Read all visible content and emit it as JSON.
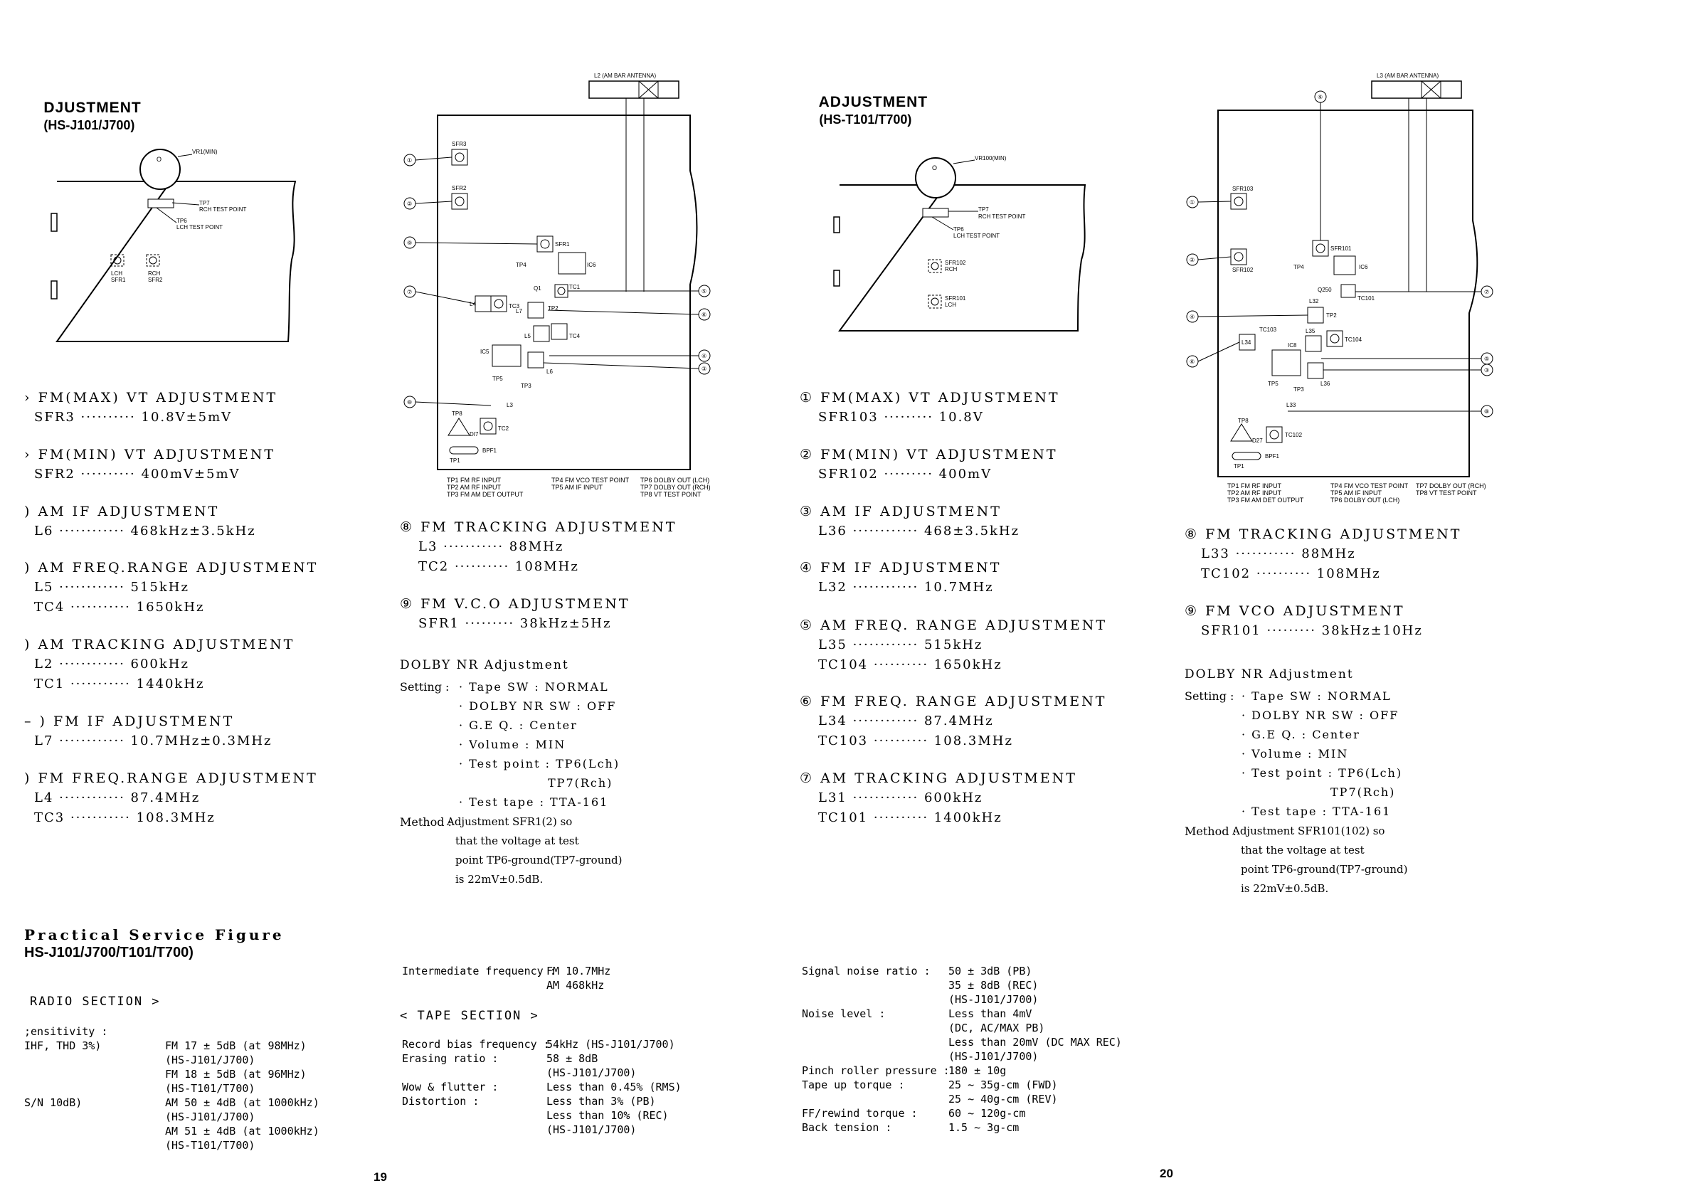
{
  "left_page": {
    "title": "DJUSTMENT",
    "model": "(HS-J101/J700)",
    "diagram_small": {
      "vr_label": "VR1(MIN)",
      "tp7_label": "TP7",
      "tp7_desc": "RCH TEST POINT",
      "tp6_label": "TP6",
      "tp6_desc": "LCH TEST POINT",
      "lch": "LCH",
      "sfr1": "SFR1",
      "rch": "RCH",
      "sfr2": "SFR2"
    },
    "adjustments": [
      {
        "heading": "› FM(MAX) VT ADJUSTMENT",
        "lines": [
          "SFR3 ·········· 10.8V±5mV"
        ]
      },
      {
        "heading": "› FM(MIN) VT ADJUSTMENT",
        "lines": [
          "SFR2 ·········· 400mV±5mV"
        ]
      },
      {
        "heading": ") AM IF ADJUSTMENT",
        "lines": [
          "L6 ············ 468kHz±3.5kHz"
        ]
      },
      {
        "heading": ") AM FREQ.RANGE ADJUSTMENT",
        "lines": [
          "L5 ············ 515kHz",
          "TC4 ··········· 1650kHz"
        ]
      },
      {
        "heading": ") AM TRACKING ADJUSTMENT",
        "lines": [
          "L2 ············ 600kHz",
          "TC1 ··········· 1440kHz"
        ]
      },
      {
        "heading": "– ) FM IF ADJUSTMENT",
        "lines": [
          "L7 ············ 10.7MHz±0.3MHz"
        ]
      },
      {
        "heading": ") FM FREQ.RANGE ADJUSTMENT",
        "lines": [
          "L4 ············ 87.4MHz",
          "TC3 ··········· 108.3MHz"
        ]
      }
    ],
    "diagram_main": {
      "antenna": "L2 (AM BAR ANTENNA)",
      "labels": [
        "SFR3",
        "SFR2",
        "SFR1",
        "TP4",
        "IC6",
        "Q1",
        "TC1",
        "L4",
        "TC3",
        "L7",
        "TP2",
        "L5",
        "TC4",
        "IC5",
        "TP5",
        "TP3",
        "L6",
        "L3",
        "TP8",
        "DI7",
        "TC2",
        "BPF1",
        "TP1"
      ],
      "callouts": [
        "①",
        "②",
        "⑨",
        "⑦",
        "⑤",
        "⑥",
        "④",
        "③",
        "⑧"
      ],
      "legend": [
        "TP1  FM RF INPUT",
        "TP2  AM RF INPUT",
        "TP3  FM AM DET OUTPUT",
        "TP4  FM VCO TEST POINT",
        "TP5  AM IF INPUT",
        "TP6  DOLBY OUT (LCH)",
        "TP7  DOLBY OUT (RCH)",
        "TP8  VT TEST POINT"
      ]
    },
    "adjustments_mid": [
      {
        "heading": "⑧ FM TRACKING ADJUSTMENT",
        "lines": [
          "L3 ··········· 88MHz",
          "TC2 ·········· 108MHz"
        ]
      },
      {
        "heading": "⑨ FM V.C.O ADJUSTMENT",
        "lines": [
          "SFR1 ········· 38kHz±5Hz"
        ]
      }
    ],
    "dolby": {
      "heading": "DOLBY NR Adjustment",
      "setting_label": "Setting :",
      "settings": [
        "· Tape SW : NORMAL",
        "· DOLBY NR SW : OFF",
        "· G.E Q. : Center",
        "· Volume : MIN",
        "· Test point : TP6(Lch)",
        "TP7(Rch)",
        "· Test tape : TTA-161"
      ],
      "method_label": "Method :",
      "method": [
        "Adjustment SFR1(2) so",
        "that the voltage at test",
        "point TP6-ground(TP7-ground)",
        "is 22mV±0.5dB."
      ]
    },
    "practical": {
      "title": "Practical Service Figure",
      "models": "HS-J101/J700/T101/T700)",
      "radio_section": "RADIO SECTION >",
      "sensitivity": ";ensitivity :",
      "ihf": "IHF, THD 3%)",
      "sn": "S/N 10dB)",
      "values": [
        "FM 17 ± 5dB (at 98MHz)",
        "(HS-J101/J700)",
        "FM 18 ± 5dB (at 96MHz)",
        "(HS-T101/T700)",
        "AM 50 ± 4dB (at 1000kHz)",
        "(HS-J101/J700)",
        "AM 51 ± 4dB (at 1000kHz)",
        "(HS-T101/T700)"
      ]
    },
    "tape": {
      "if_label": "Intermediate frequency :",
      "if_values": [
        "FM 10.7MHz",
        "AM 468kHz"
      ],
      "section": "< TAPE SECTION >",
      "rows": [
        {
          "label": "Record bias frequency :",
          "values": [
            "54kHz (HS-J101/J700)"
          ]
        },
        {
          "label": "Erasing ratio :",
          "values": [
            "58 ± 8dB",
            "(HS-J101/J700)"
          ]
        },
        {
          "label": "Wow & flutter :",
          "values": [
            "Less than 0.45% (RMS)"
          ]
        },
        {
          "label": "Distortion :",
          "values": [
            "Less than 3% (PB)",
            "Less than 10% (REC)",
            "(HS-J101/J700)"
          ]
        }
      ]
    },
    "page_number": "19"
  },
  "right_page": {
    "title": "ADJUSTMENT",
    "model": "(HS-T101/T700)",
    "diagram_small": {
      "vr_label": "VR100(MIN)",
      "tp7_label": "TP7",
      "tp7_desc": "RCH TEST POINT",
      "tp6_label": "TP6",
      "tp6_desc": "LCH TEST POINT",
      "sfr102": "SFR102",
      "rch": "RCH",
      "sfr101": "SFR101",
      "lch": "LCH"
    },
    "adjustments": [
      {
        "heading": "① FM(MAX) VT ADJUSTMENT",
        "lines": [
          "SFR103 ········· 10.8V"
        ]
      },
      {
        "heading": "② FM(MIN) VT ADJUSTMENT",
        "lines": [
          "SFR102 ········· 400mV"
        ]
      },
      {
        "heading": "③ AM IF ADJUSTMENT",
        "lines": [
          "L36 ············ 468±3.5kHz"
        ]
      },
      {
        "heading": "④ FM IF ADJUSTMENT",
        "lines": [
          "L32 ············ 10.7MHz"
        ]
      },
      {
        "heading": "⑤ AM FREQ. RANGE ADJUSTMENT",
        "lines": [
          "L35 ············ 515kHz",
          "TC104 ·········· 1650kHz"
        ]
      },
      {
        "heading": "⑥ FM FREQ. RANGE ADJUSTMENT",
        "lines": [
          "L34 ············ 87.4MHz",
          "TC103 ·········· 108.3MHz"
        ]
      },
      {
        "heading": "⑦ AM TRACKING ADJUSTMENT",
        "lines": [
          "L31 ············ 600kHz",
          "TC101 ·········· 1400kHz"
        ]
      }
    ],
    "diagram_main": {
      "antenna": "L3 (AM BAR ANTENNA)",
      "labels": [
        "SFR103",
        "SFR101",
        "SFR102",
        "TP4",
        "IC6",
        "Q250",
        "TC101",
        "L32",
        "TP2",
        "TC103",
        "L34",
        "IC8",
        "L35",
        "TC104",
        "TP5",
        "TP3",
        "L36",
        "L33",
        "TP8",
        "D27",
        "TC102",
        "BPF1",
        "TP1"
      ],
      "callouts": [
        "⑨",
        "①",
        "②",
        "⑦",
        "④",
        "⑥",
        "⑤",
        "③",
        "⑧"
      ],
      "legend": [
        "TP1  FM RF INPUT",
        "TP2  AM RF INPUT",
        "TP3  FM AM DET OUTPUT",
        "TP4  FM VCO TEST POINT",
        "TP5  AM IF INPUT",
        "TP6  DOLBY OUT (LCH)",
        "TP7  DOLBY OUT (RCH)",
        "TP8  VT TEST POINT"
      ]
    },
    "adjustments_mid": [
      {
        "heading": "⑧ FM TRACKING ADJUSTMENT",
        "lines": [
          "L33 ··········· 88MHz",
          "TC102 ·········· 108MHz"
        ]
      },
      {
        "heading": "⑨ FM VCO ADJUSTMENT",
        "lines": [
          "SFR101 ········· 38kHz±10Hz"
        ]
      }
    ],
    "dolby": {
      "heading": "DOLBY NR Adjustment",
      "setting_label": "Setting :",
      "settings": [
        "· Tape SW : NORMAL",
        "· DOLBY NR SW : OFF",
        "· G.E Q. : Center",
        "· Volume : MIN",
        "· Test point : TP6(Lch)",
        "TP7(Rch)",
        "· Test tape : TTA-161"
      ],
      "method_label": "Method :",
      "method": [
        "Adjustment SFR101(102) so",
        "that the voltage at test",
        "point TP6-ground(TP7-ground)",
        "is 22mV±0.5dB."
      ]
    },
    "specs": [
      {
        "label": "Signal noise ratio :",
        "values": [
          "50 ± 3dB (PB)",
          "35 ± 8dB (REC)",
          "(HS-J101/J700)"
        ]
      },
      {
        "label": "Noise level :",
        "values": [
          "Less than 4mV",
          "(DC, AC/MAX PB)",
          "Less than 20mV (DC MAX REC)",
          "(HS-J101/J700)"
        ]
      },
      {
        "label": "Pinch roller pressure :",
        "values": [
          "180 ± 10g"
        ]
      },
      {
        "label": "Tape up torque :",
        "values": [
          "25 ~ 35g-cm (FWD)",
          "25 ~ 40g-cm (REV)"
        ]
      },
      {
        "label": "FF/rewind torque :",
        "values": [
          "60 ~ 120g-cm"
        ]
      },
      {
        "label": "Back tension :",
        "values": [
          "1.5 ~ 3g-cm"
        ]
      }
    ],
    "page_number": "20"
  }
}
